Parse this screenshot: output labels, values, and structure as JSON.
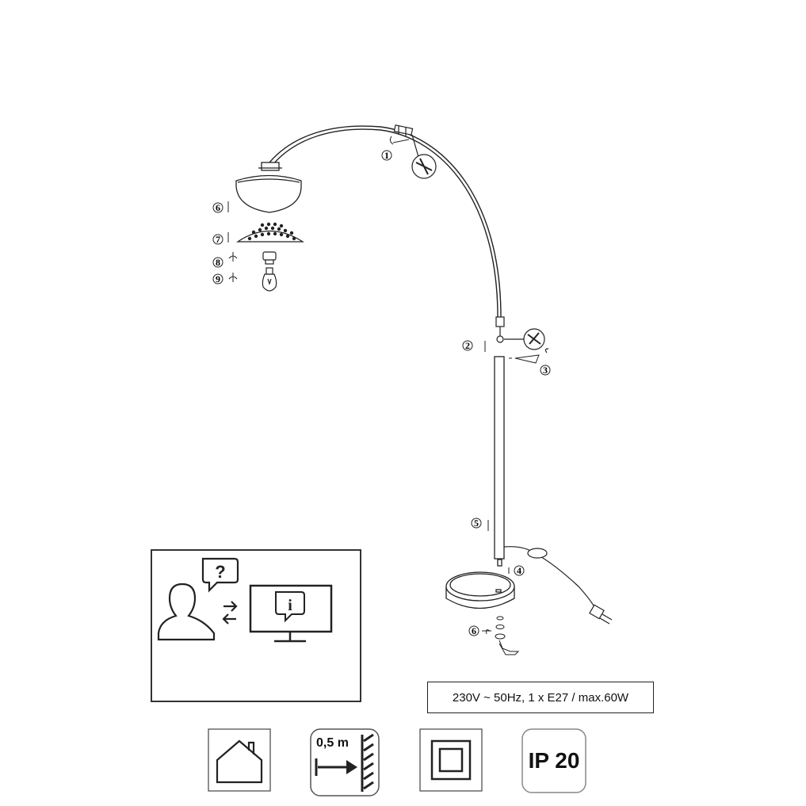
{
  "steps": [
    "1",
    "2",
    "3",
    "4",
    "5",
    "6",
    "7",
    "8",
    "9",
    "6"
  ],
  "spec_text": "230V ~ 50Hz, 1 x E27 / max.60W",
  "support": {
    "question_mark": "?",
    "info_mark": "i"
  },
  "symbols": {
    "indoor": "house-icon",
    "distance": "0,5 m",
    "class2": "double-square-icon",
    "ip": "IP 20"
  }
}
